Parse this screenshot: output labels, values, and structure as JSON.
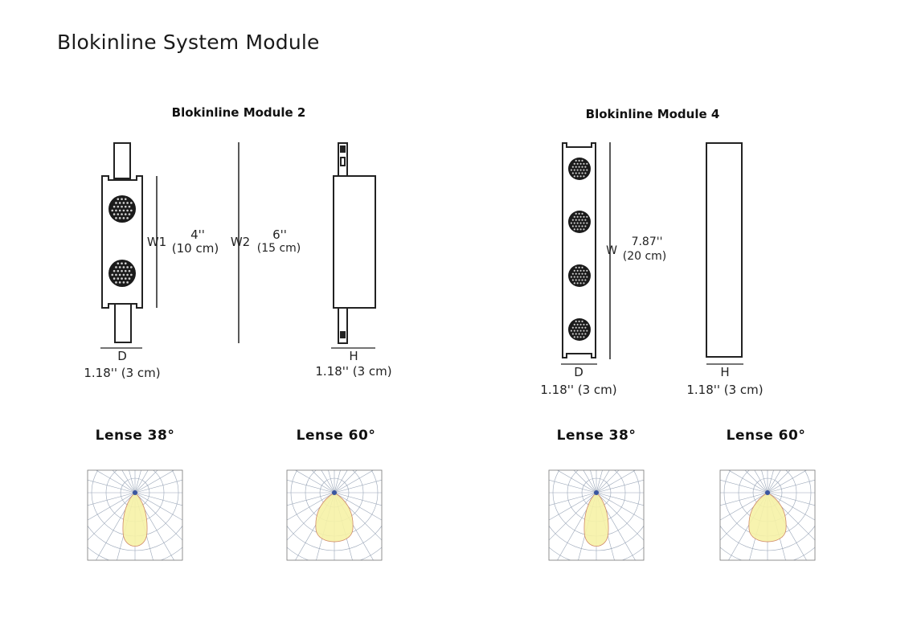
{
  "page_title": "Blokinline System Module",
  "module2": {
    "title": "Blokinline Module 2",
    "w1_label": "W1",
    "w1_in": "4''",
    "w1_cm": "(10 cm)",
    "w2_label": "W2",
    "w2_in": "6''",
    "w2_cm": "(15 cm)",
    "d_label": "D",
    "d_value": "1.18'' (3 cm)",
    "h_label": "H",
    "h_value": "1.18'' (3 cm)",
    "lens_count": 2
  },
  "module4": {
    "title": "Blokinline Module 4",
    "w_label": "W",
    "w_in": "7.87''",
    "w_cm": "(20 cm)",
    "d_label": "D",
    "d_value": "1.18'' (3 cm)",
    "h_label": "H",
    "h_value": "1.18'' (3 cm)",
    "lens_count": 4
  },
  "photometry": [
    {
      "label": "Lense 38°",
      "beam_angle": 38
    },
    {
      "label": "Lense 60°",
      "beam_angle": 60
    },
    {
      "label": "Lense 38°",
      "beam_angle": 38
    },
    {
      "label": "Lense 60°",
      "beam_angle": 60
    }
  ],
  "colors": {
    "lobe_fill": "#f6f2a6",
    "lobe_stroke": "#d08a6a",
    "grid": "#9aa6b8"
  }
}
